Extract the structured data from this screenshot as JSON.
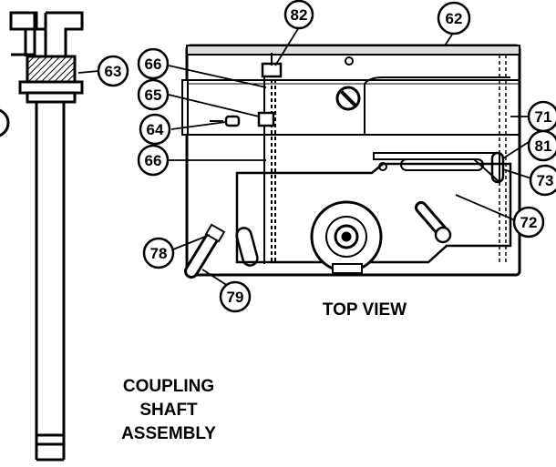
{
  "views": {
    "top_view_caption": "TOP VIEW",
    "coupling_caption": [
      "COUPLING",
      "SHAFT",
      "ASSEMBLY"
    ]
  },
  "callouts": {
    "c62": "62",
    "c63": "63",
    "c64": "64",
    "c65": "65",
    "c66a": "66",
    "c66b": "66",
    "c71": "71",
    "c72": "72",
    "c73": "73",
    "c78": "78",
    "c79": "79",
    "c81": "81",
    "c82": "82"
  },
  "colors": {
    "ink": "#000000",
    "paper": "#ffffff"
  }
}
